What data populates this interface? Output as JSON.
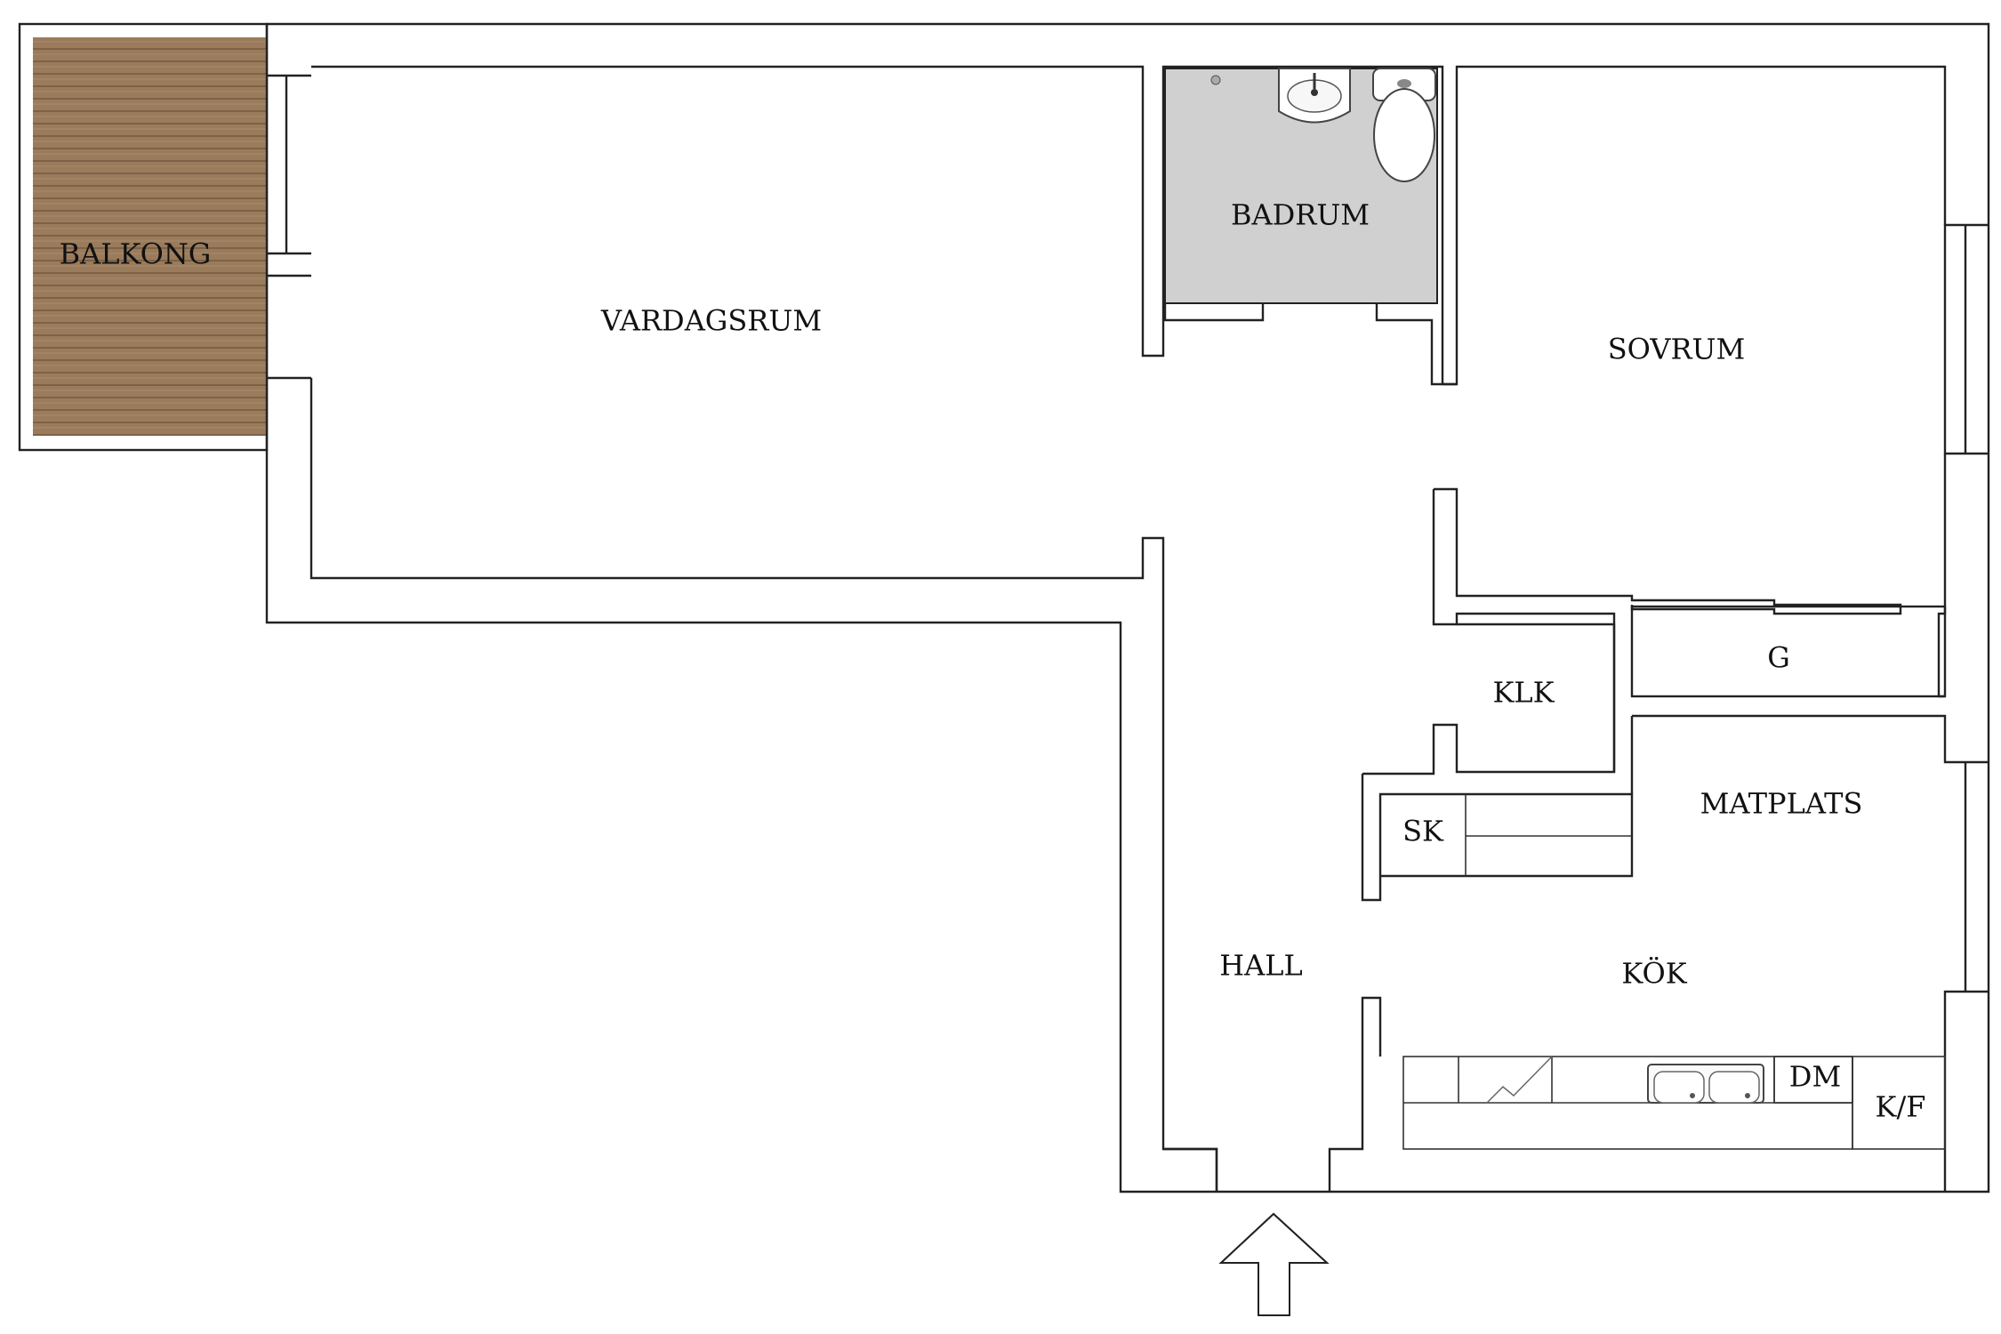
{
  "rooms": {
    "balkong": "BALKONG",
    "vardagsrum": "VARDAGSRUM",
    "badrum": "BADRUM",
    "sovrum": "SOVRUM",
    "klk": "KLK",
    "g": "G",
    "matplats": "MATPLATS",
    "sk": "SK",
    "hall": "HALL",
    "kok": "KÖK",
    "dm": "DM",
    "kf": "K/F"
  },
  "colors": {
    "balcony_wood": "#9a7c5c",
    "bathroom_floor": "#d0d0d0",
    "wall": "#222222"
  },
  "icons": [
    "wood-deck-hatching",
    "sink-icon",
    "toilet-icon",
    "kitchen-sink-icon",
    "stove-icon",
    "entrance-arrow-icon"
  ]
}
